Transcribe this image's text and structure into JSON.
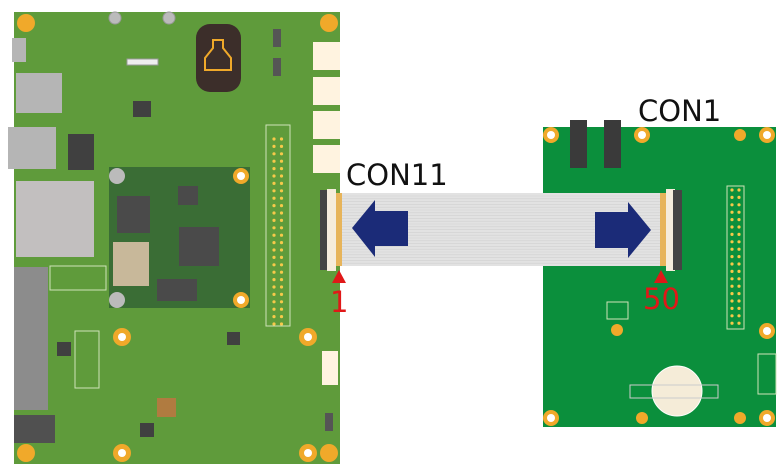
{
  "labels": {
    "con11": "CON11",
    "con1": "CON1",
    "pin_start": "1",
    "pin_end": "50"
  },
  "colors": {
    "carrier_board": "#5f9b3b",
    "som_module": "#3a6d35",
    "target_board": "#0b8f3c",
    "cable": "#e2e2e2",
    "arrow": "#1b2b78",
    "pin_marker": "#e01818",
    "mount_hole": "#f0a92a"
  },
  "icons": [
    "arrow-left-icon",
    "arrow-right-icon",
    "pin-marker-icon"
  ]
}
